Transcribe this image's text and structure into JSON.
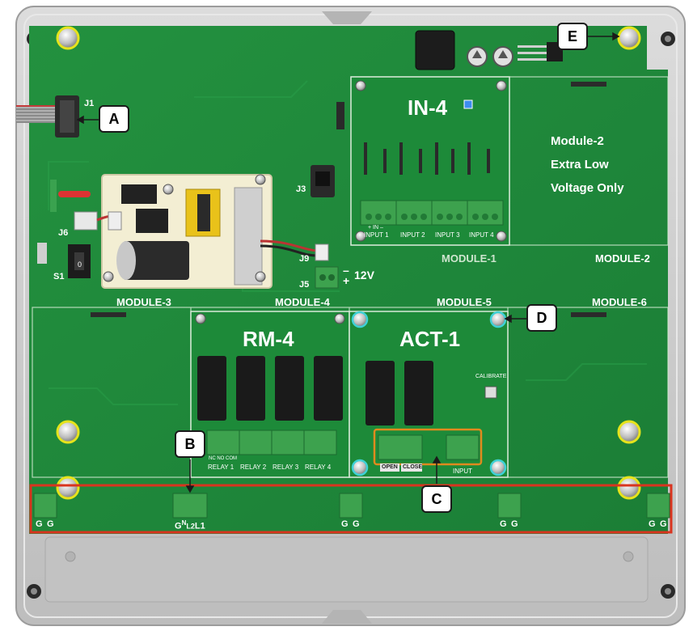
{
  "colors": {
    "enclosure": "#c9c9c9",
    "board": "#1f8a3a",
    "board_dark": "#167430",
    "terminal": "#3da24e",
    "callout_red": "#d9341f",
    "callout_orange": "#e08a1e",
    "screw_ring_yellow": "#e6e31c",
    "screw_ring_cyan": "#3fd1d6"
  },
  "callouts": {
    "a": "A",
    "b": "B",
    "c": "C",
    "d": "D",
    "e": "E"
  },
  "connectors": {
    "j1": "J1",
    "j3": "J3",
    "j5": "J5",
    "j6": "J6",
    "j9": "J9",
    "s1": "S1",
    "minus": "–",
    "plus": "+",
    "volt": "12V",
    "switch_zero": "0"
  },
  "modules": {
    "m1": "MODULE-1",
    "m2": "MODULE-2",
    "m3": "MODULE-3",
    "m4": "MODULE-4",
    "m5": "MODULE-5",
    "m6": "MODULE-6"
  },
  "module2_note": {
    "line1": "Module-2",
    "line2": "Extra Low",
    "line3": "Voltage Only"
  },
  "in4": {
    "title": "IN-4",
    "inputs": [
      "INPUT 1",
      "INPUT 2",
      "INPUT 3",
      "INPUT 4"
    ],
    "polarity": "+  IN  –"
  },
  "rm4": {
    "title": "RM-4",
    "relays": [
      "RELAY 1",
      "RELAY 2",
      "RELAY 3",
      "RELAY 4"
    ],
    "contacts": "NC NO COM"
  },
  "act1": {
    "title": "ACT-1",
    "calibrate": "CALIBRATE",
    "open": "OPEN",
    "close": "CLOSE",
    "input": "INPUT"
  },
  "bottom_terminals": {
    "g": "G",
    "power": "G N L2 L1",
    "g_label": "G",
    "n_label": "N",
    "l2_label": "L2",
    "l1_label": "L1"
  }
}
